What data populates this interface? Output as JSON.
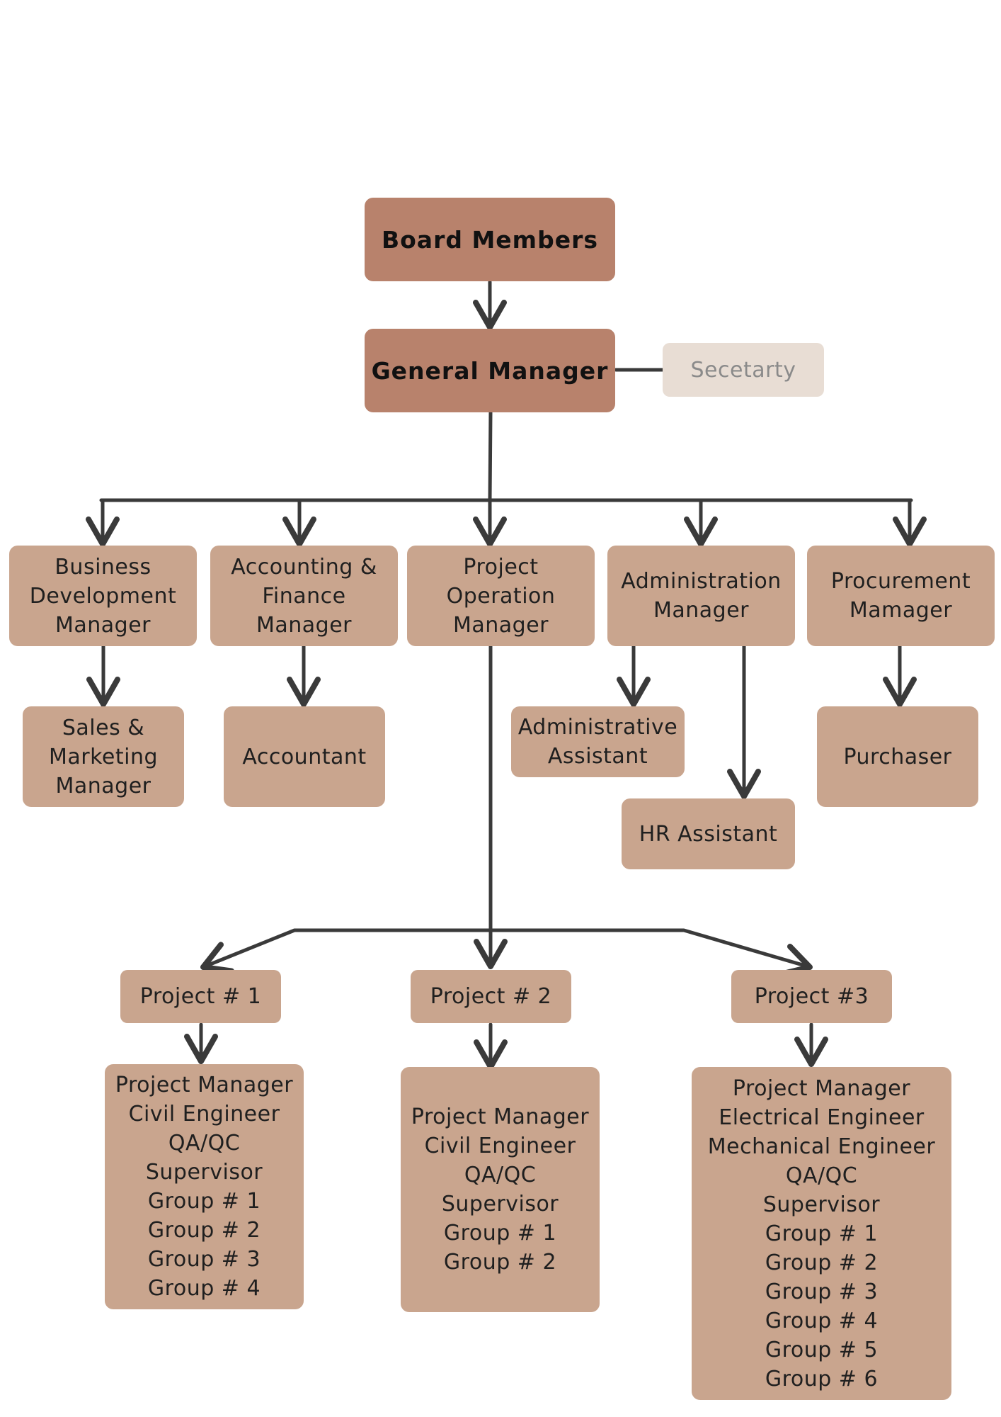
{
  "chart": {
    "board": "Board Members",
    "gm": "General Manager",
    "secretary": "Secetarty",
    "business_dev": "Business\nDevelopment\nManager",
    "accounting": "Accounting &\nFinance\nManager",
    "project_op": "Project\nOperation\nManager",
    "administration": "Administration\nManager",
    "procurement": "Procurement\nMamager",
    "sales": "Sales &\nMarketing\nManager",
    "accountant": "Accountant",
    "admin_assistant": "Administrative\nAssistant",
    "hr_assistant": "HR Assistant",
    "purchaser": "Purchaser",
    "project1": "Project # 1",
    "project2": "Project # 2",
    "project3": "Project #3",
    "team1": [
      "Project Manager",
      "Civil Engineer",
      "QA/QC",
      "Supervisor",
      "Group # 1",
      "Group # 2",
      "Group # 3",
      "Group # 4"
    ],
    "team2": [
      "Project Manager",
      "Civil Engineer",
      "QA/QC",
      "Supervisor",
      "Group # 1",
      "Group # 2"
    ],
    "team3": [
      "Project Manager",
      "Electrical Engineer",
      "Mechanical Engineer",
      "QA/QC",
      "Supervisor",
      "Group # 1",
      "Group # 2",
      "Group # 3",
      "Group # 4",
      "Group # 5",
      "Group # 6"
    ]
  }
}
